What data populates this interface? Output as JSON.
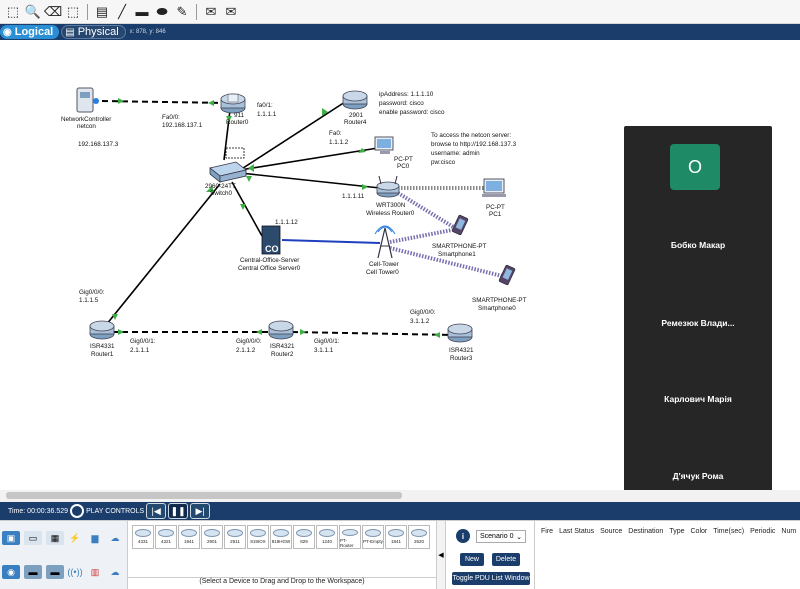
{
  "toolbar": {
    "items": [
      {
        "name": "select-icon",
        "glyph": "⬚"
      },
      {
        "name": "inspect-icon",
        "glyph": "🔍"
      },
      {
        "name": "delete-icon",
        "glyph": "⌫"
      },
      {
        "name": "resize-icon",
        "glyph": "⬚"
      },
      {
        "name": "note-icon",
        "glyph": "▤"
      },
      {
        "name": "draw-line-icon",
        "glyph": "╱"
      },
      {
        "name": "draw-rectangle-icon",
        "glyph": "▬"
      },
      {
        "name": "draw-ellipse-icon",
        "glyph": "⬬"
      },
      {
        "name": "freeform-icon",
        "glyph": "✎"
      },
      {
        "name": "add-simple-pdu-icon",
        "glyph": "✉"
      },
      {
        "name": "add-complex-pdu-icon",
        "glyph": "✉"
      }
    ]
  },
  "view_tabs": {
    "logical": "Logical",
    "physical": "Physical",
    "coords": "x: 878, y: 846"
  },
  "devices": {
    "netcontroller": {
      "name": "NetworkController",
      "sub": "netcon",
      "ip": "192.168.137.3"
    },
    "router0": {
      "name": "911",
      "sub": "Router0"
    },
    "router4": {
      "name": "2901",
      "sub": "Router4"
    },
    "pc0": {
      "name": "PC-PT",
      "sub": "PC0"
    },
    "switch0": {
      "name": "2960-24TT",
      "sub": "Switch0"
    },
    "wrouter0": {
      "name": "WRT300N",
      "sub": "Wireless Router0"
    },
    "pc1": {
      "name": "PC-PT",
      "sub": "PC1"
    },
    "server": {
      "name": "Central-Office-Server",
      "sub": "Central Office Server0"
    },
    "celltower": {
      "name": "Cell-Tower",
      "sub": "Cell Tower0"
    },
    "smartphone1": {
      "name": "SMARTPHONE-PT",
      "sub": "Smartphone1"
    },
    "smartphone0": {
      "name": "SMARTPHONE-PT",
      "sub": "Smartphone0"
    },
    "router1": {
      "name": "ISR4331",
      "sub": "Router1"
    },
    "router2": {
      "name": "ISR4321",
      "sub": "Router2"
    },
    "router3": {
      "name": "ISR4321",
      "sub": "Router3"
    }
  },
  "port_labels": {
    "r0_fa00": "Fa0/0:",
    "r0_fa00_ip": "192.168.137.1",
    "r0_fa01": "fa0/1:",
    "r0_fa01_ip": "1.1.1.1",
    "pc0_fa0": "Fa0:",
    "pc0_ip": "1.1.1.2",
    "wr_ip": "1.1.1.11",
    "server_ip": "1.1.1.12",
    "r1_g000": "Gig0/0/0:",
    "r1_g000_ip": "1.1.1.5",
    "r1_g001": "Gig0/0/1:",
    "r1_g001_ip": "2.1.1.1",
    "r2_g000": "Gig0/0/0:",
    "r2_g000_ip": "2.1.1.2",
    "r2_g001": "Gig0/0/1:",
    "r2_g001_ip": "3.1.1.1",
    "r3_g000": "Gig0/0/0:",
    "r3_g000_ip": "3.1.1.2"
  },
  "notes": {
    "router4_note": [
      "ipAddress: 1.1.1.10",
      "password: cisco",
      "enable password: cisco"
    ],
    "netcon_note": [
      "To access the netcon server:",
      "browse to http://192.168.137.3",
      "username: admin",
      "pw:cisco"
    ]
  },
  "participants": {
    "avatar_letter": "O",
    "names": [
      "Бобко Макар",
      "Ремезюк  Влади...",
      "Карлович Марія",
      "Д'ячук Рома"
    ]
  },
  "timebar": {
    "time": "Time: 00:00:36.529",
    "play_controls": "PLAY CONTROLS"
  },
  "device_models": [
    "4331",
    "4321",
    "1941",
    "2901",
    "2911",
    "819IOX",
    "819HGW",
    "829",
    "1240",
    "PT-Router",
    "PT-Empty",
    "1841",
    "2620"
  ],
  "device_hint": "(Select a Device to Drag and Drop to the Workspace)",
  "scenario": {
    "select": "Scenario 0",
    "new": "New",
    "delete": "Delete",
    "toggle": "Toggle PDU List Window"
  },
  "pdu_columns": [
    "Fire",
    "Last Status",
    "Source",
    "Destination",
    "Type",
    "Color",
    "Time(sec)",
    "Periodic",
    "Num"
  ],
  "colors": {
    "bar": "#1b3d6b",
    "active_tab": "#2b8fd6",
    "panel": "#262626",
    "avatar": "#1f8a66",
    "link_up": "#3cb043",
    "wireless": "#7a6fb0",
    "coax": "#1f3fbf"
  }
}
